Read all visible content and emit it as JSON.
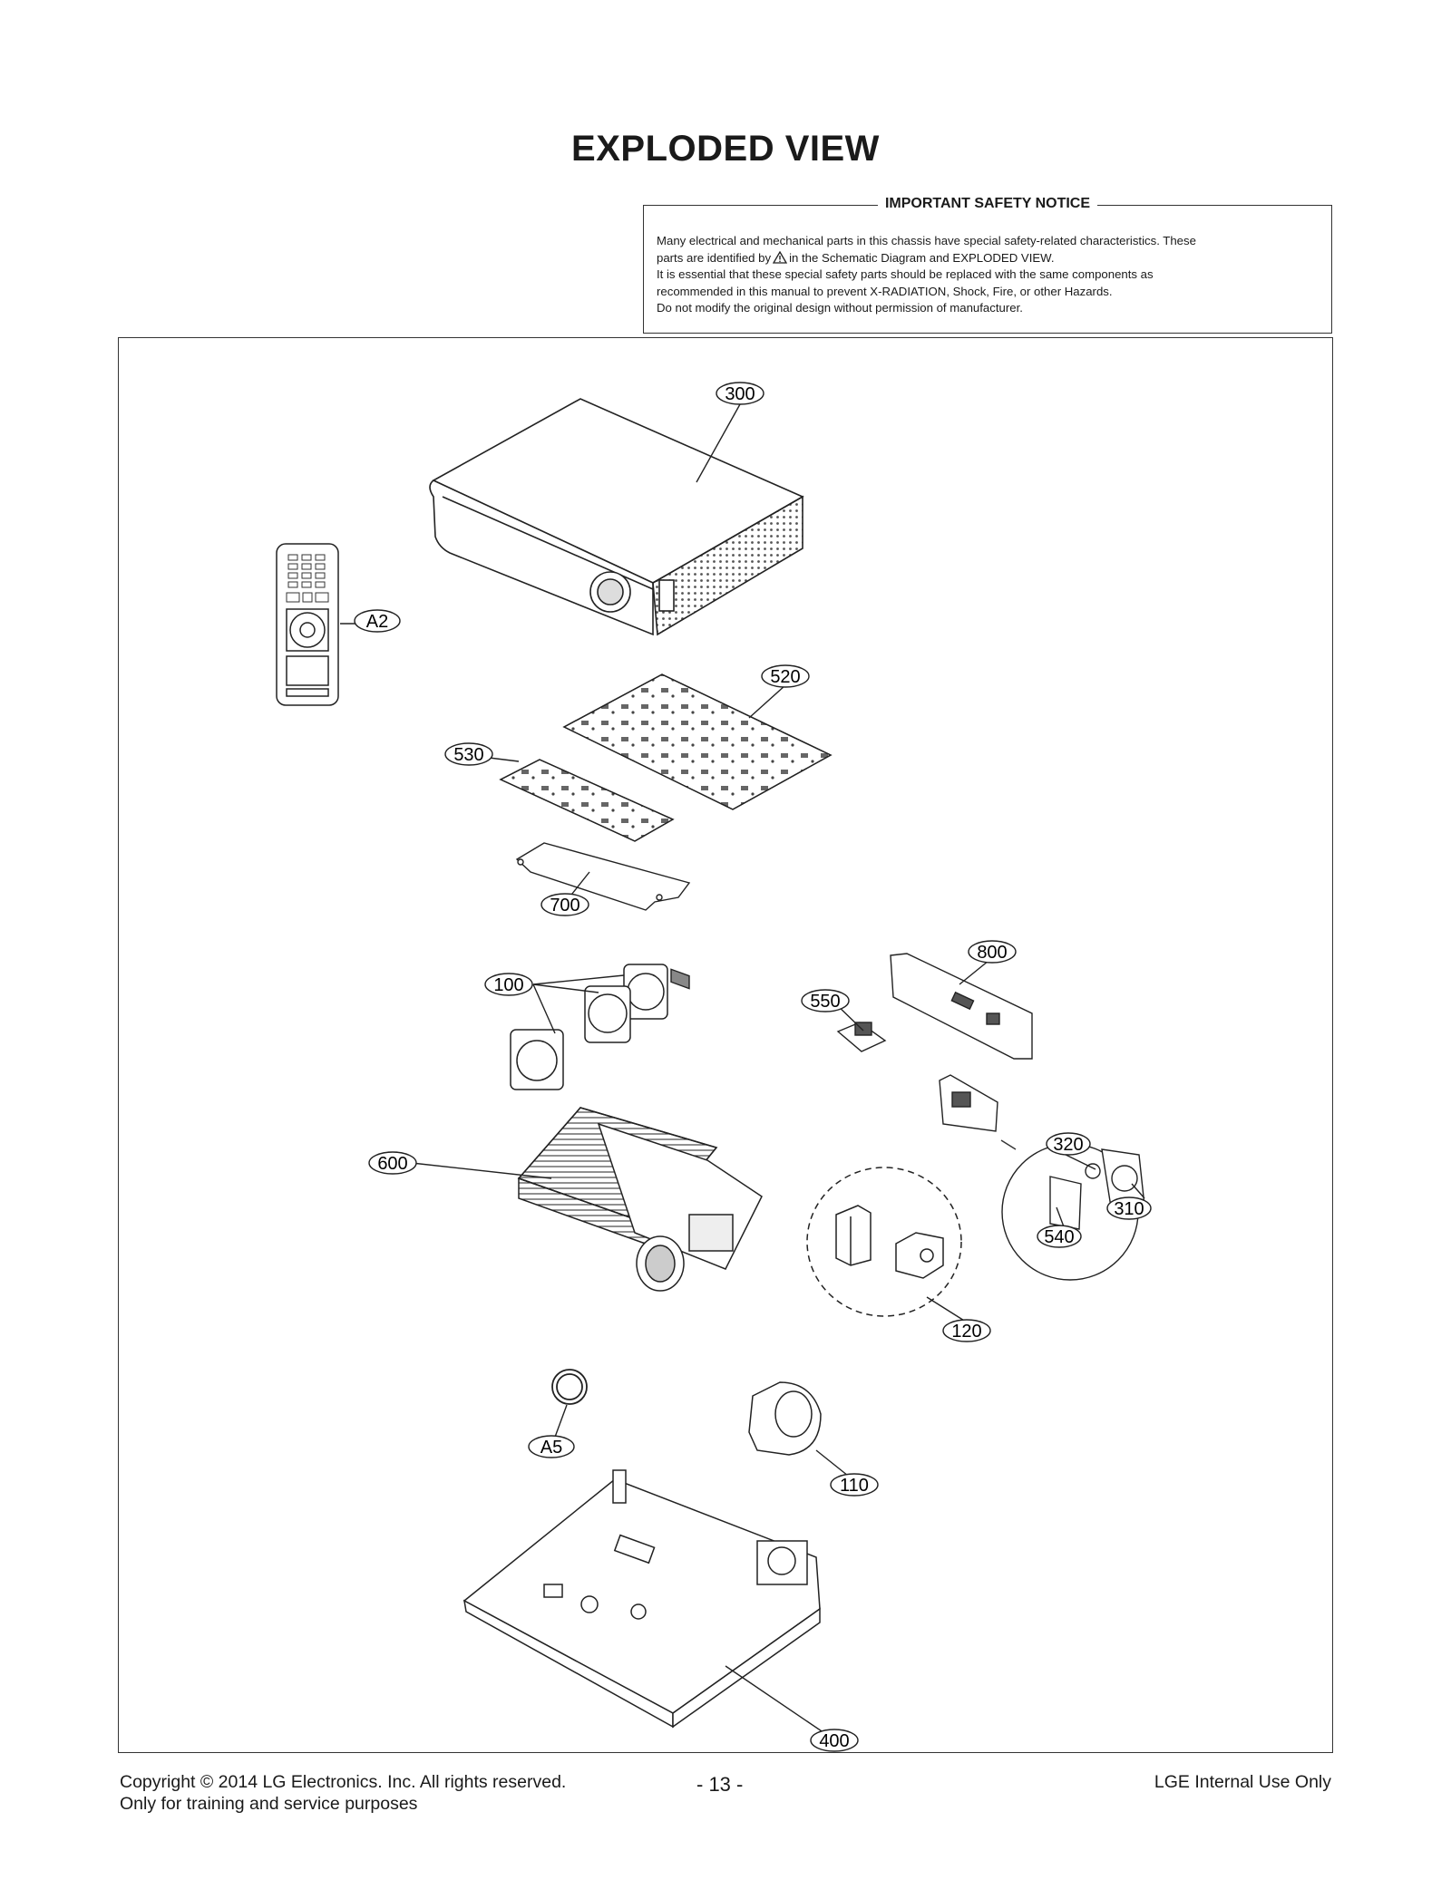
{
  "page": {
    "title": "EXPLODED VIEW"
  },
  "notice": {
    "heading": "IMPORTANT SAFETY NOTICE",
    "line1": "Many electrical and mechanical parts in this chassis have special safety-related characteristics. These",
    "line2_pre": "parts are identified by",
    "line2_post": "in the Schematic Diagram and EXPLODED VIEW.",
    "line3": "It is essential that these special safety parts should be replaced with the same components as",
    "line4": "recommended in this manual to prevent X-RADIATION, Shock, Fire, or other Hazards.",
    "line5": "Do not modify the original design without permission of manufacturer."
  },
  "callouts": {
    "c300": "300",
    "cA2": "A2",
    "c520": "520",
    "c530": "530",
    "c700": "700",
    "c800": "800",
    "c100": "100",
    "c550": "550",
    "c600": "600",
    "c320": "320",
    "c310": "310",
    "c540": "540",
    "c120": "120",
    "cA5": "A5",
    "c110": "110",
    "c400": "400"
  },
  "footer": {
    "copyright": "Copyright  © 2014  LG Electronics. Inc. All rights reserved.",
    "purpose": "Only for training and service purposes",
    "page_number": "- 13 -",
    "internal": "LGE Internal Use Only"
  }
}
